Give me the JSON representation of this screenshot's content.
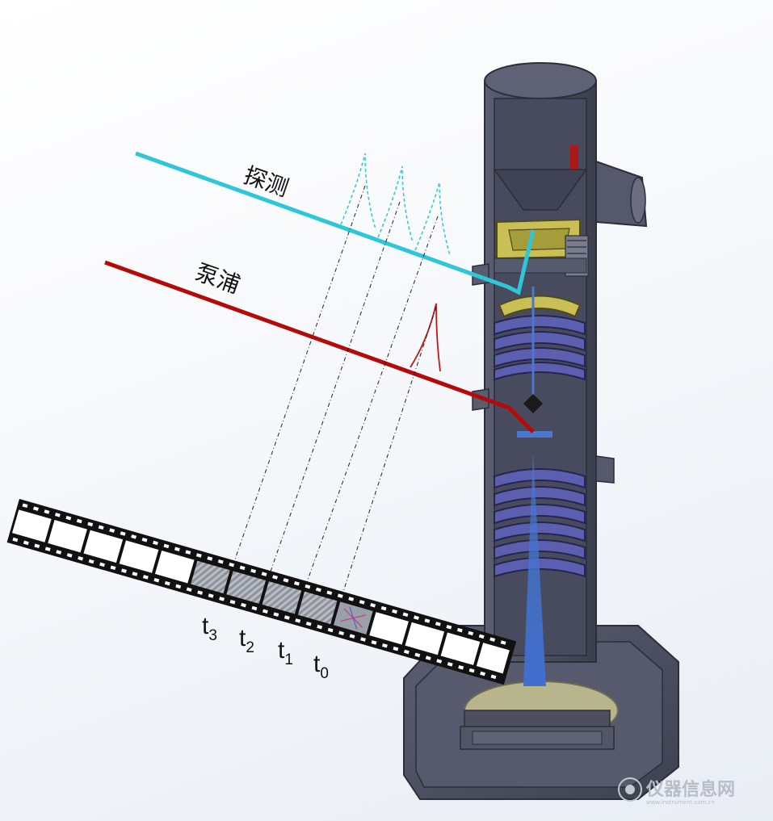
{
  "labels": {
    "probe": "探测",
    "pump": "泵浦"
  },
  "time_labels": [
    {
      "letter": "t",
      "sub": "3"
    },
    {
      "letter": "t",
      "sub": "2"
    },
    {
      "letter": "t",
      "sub": "1"
    },
    {
      "letter": "t",
      "sub": "0"
    }
  ],
  "watermark": {
    "text": "仪器信息网",
    "url": "www.instrument.com.cn"
  },
  "colors": {
    "probe": "#2ec6d8",
    "pump": "#b50a0a",
    "electron_beam": "#4a78d0",
    "column_body": "#4a4e61",
    "coil": "#5c5fb0",
    "gold": "#c9bf55"
  }
}
